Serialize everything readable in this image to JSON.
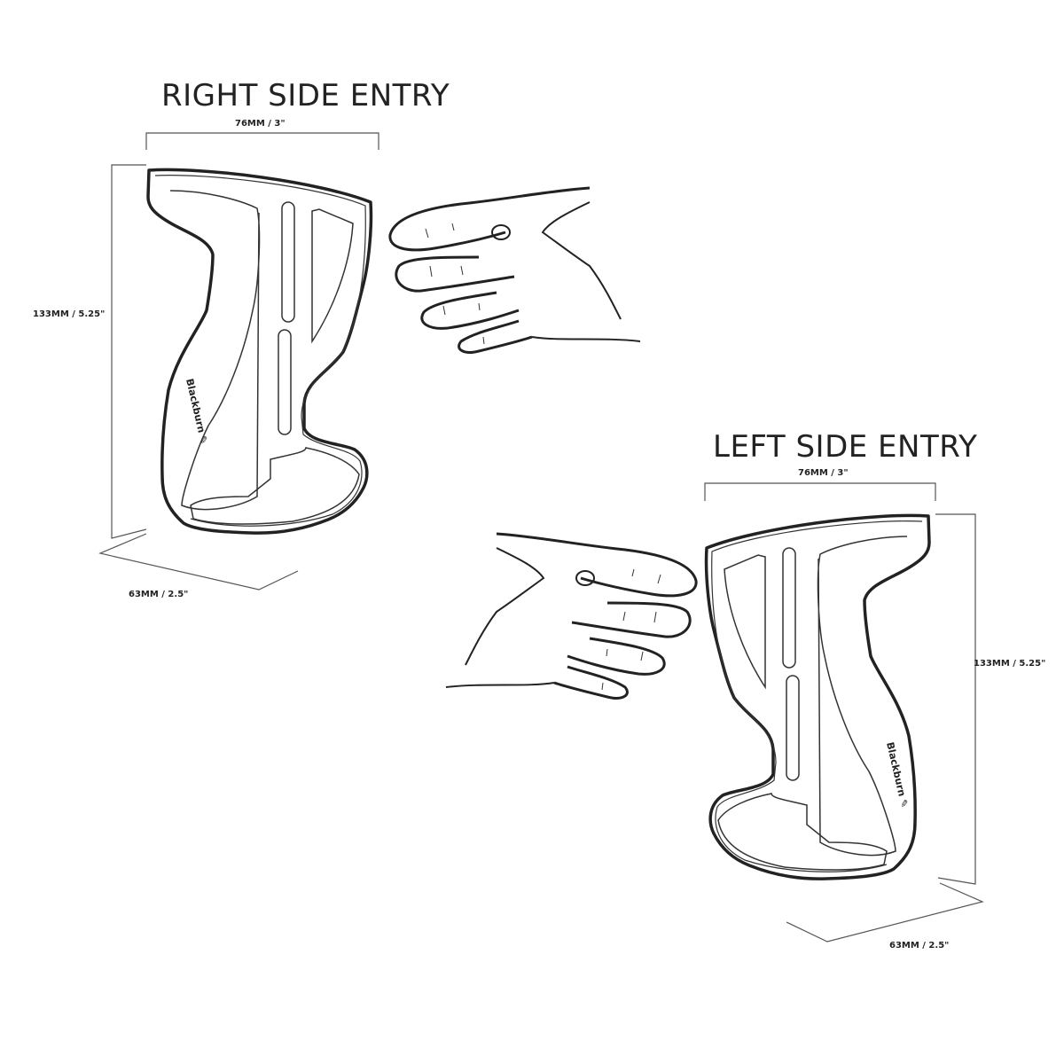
{
  "right_entry": {
    "title": "RIGHT SIDE ENTRY",
    "width_label": "76MM / 3\"",
    "height_label": "133MM / 5.25\"",
    "depth_label": "63MM / 2.5\"",
    "logo_text": "Blackburn"
  },
  "left_entry": {
    "title": "LEFT SIDE ENTRY",
    "width_label": "76MM / 3\"",
    "height_label": "133MM / 5.25\"",
    "depth_label": "63MM / 2.5\"",
    "logo_text": "Blackburn"
  },
  "colors": {
    "line": "#222222",
    "dim_line": "#555555",
    "background": "#ffffff"
  }
}
